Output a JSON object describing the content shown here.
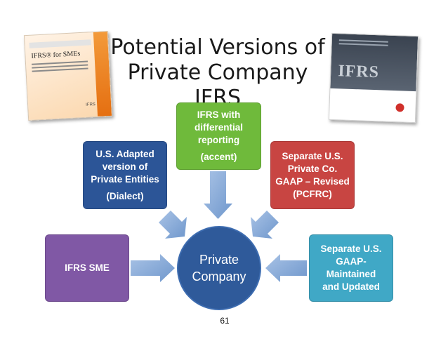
{
  "slide": {
    "title_line1": "Potential Versions of",
    "title_line2": "Private Company IFRS",
    "page_number": "61"
  },
  "covers": {
    "left": {
      "text": "IFRS® for SMEs",
      "logo": "IFRS"
    },
    "right": {
      "text": "IFRS"
    }
  },
  "center": {
    "line1": "Private",
    "line2": "Company",
    "color": "#2f5a9a"
  },
  "boxes": {
    "green": {
      "line1": "IFRS with",
      "line2": "differential",
      "line3": "reporting",
      "sub": "(accent)",
      "color": "#6fba3b"
    },
    "blue": {
      "line1": "U.S. Adapted",
      "line2": "version of",
      "line3": "Private Entities",
      "sub": "(Dialect)",
      "color": "#2c5597"
    },
    "red": {
      "line1": "Separate U.S.",
      "line2": "Private Co.",
      "line3": "GAAP – Revised",
      "sub": "(PCFRC)",
      "color": "#c84542"
    },
    "purple": {
      "line1": "IFRS SME",
      "color": "#8058a5"
    },
    "teal": {
      "line1": "Separate U.S.",
      "line2": "GAAP-",
      "line3": "Maintained",
      "line4": "and Updated",
      "color": "#40a8c6"
    }
  },
  "icons": {
    "arrow": "block-arrow-icon"
  }
}
